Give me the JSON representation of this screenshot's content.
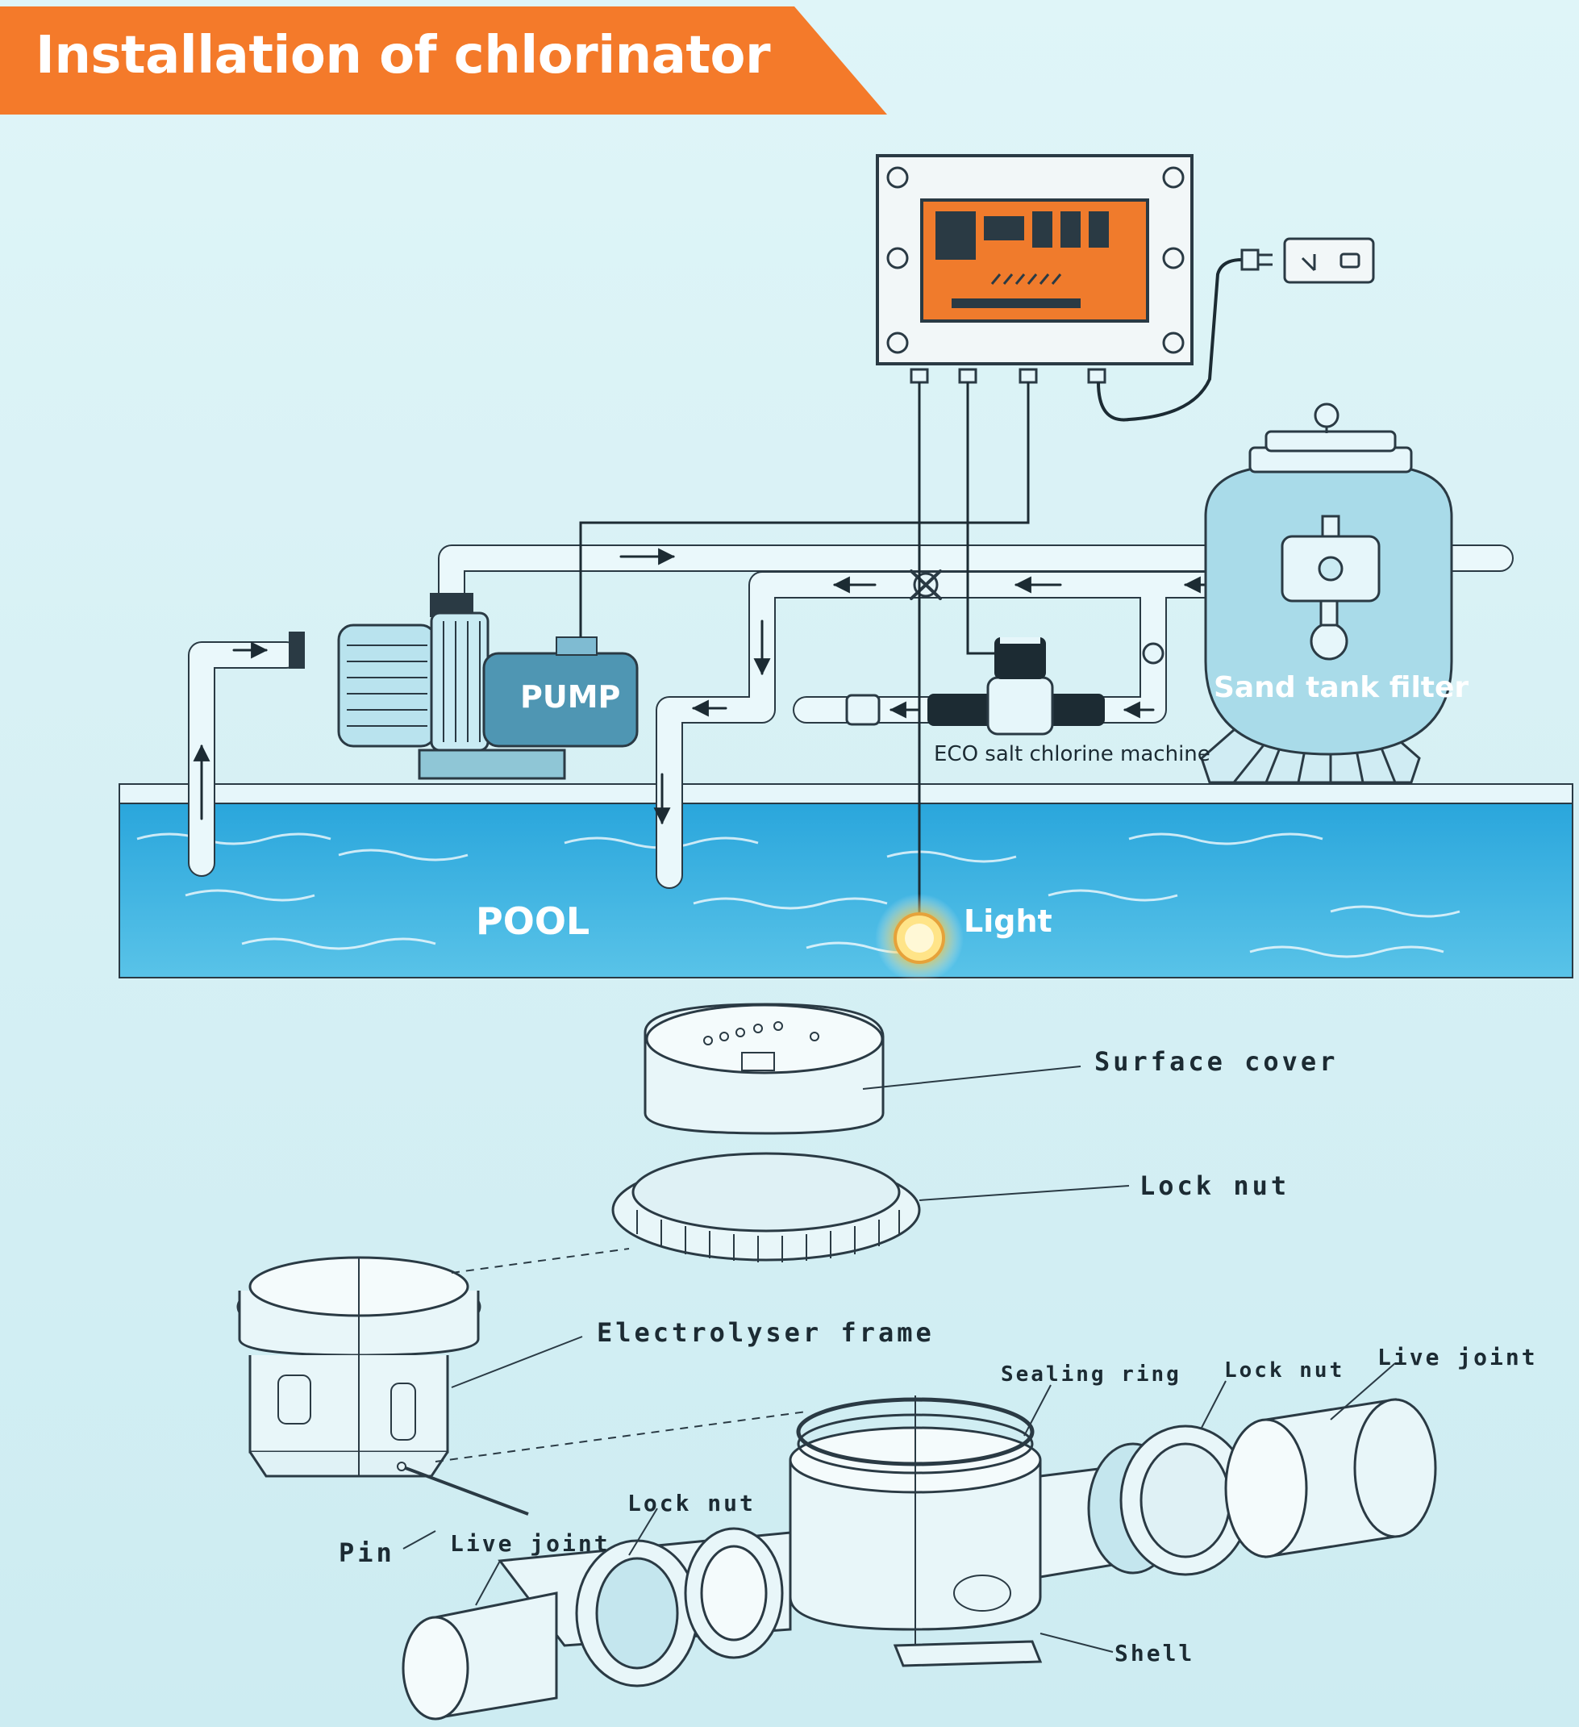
{
  "title": "Installation of chlorinator",
  "system": {
    "pump": "PUMP",
    "filter": "Sand tank filter",
    "chlorinator": "ECO salt chlorine machine",
    "pool": "POOL",
    "light": "Light"
  },
  "parts": {
    "surface_cover": "Surface cover",
    "lock_nut_top": "Lock nut",
    "electrolyser_frame": "Electrolyser frame",
    "sealing_ring": "Sealing ring",
    "lock_nut_right": "Lock nut",
    "live_joint_right": "Live joint",
    "pin": "Pin",
    "live_joint_left": "Live joint",
    "lock_nut_left": "Lock nut",
    "shell": "Shell"
  },
  "colors": {
    "banner": "#f47a2a",
    "water": "#3fb0dc",
    "panel": "#f07b2c",
    "outline": "#2a3a44"
  }
}
